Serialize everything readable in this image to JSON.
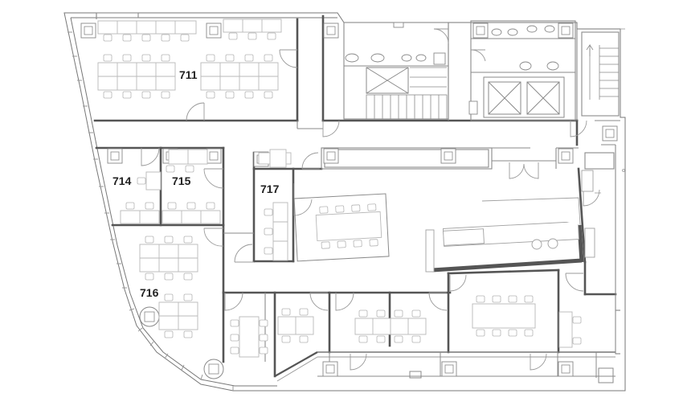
{
  "floor_plan": {
    "rooms": [
      {
        "id": "711",
        "label": "711"
      },
      {
        "id": "714",
        "label": "714"
      },
      {
        "id": "715",
        "label": "715"
      },
      {
        "id": "716",
        "label": "716"
      },
      {
        "id": "717",
        "label": "717"
      }
    ]
  },
  "colors": {
    "wall_thick": "#555555",
    "wall_thin": "#8a8a8a",
    "furniture": "#b8b8b8",
    "label": "#222222"
  }
}
